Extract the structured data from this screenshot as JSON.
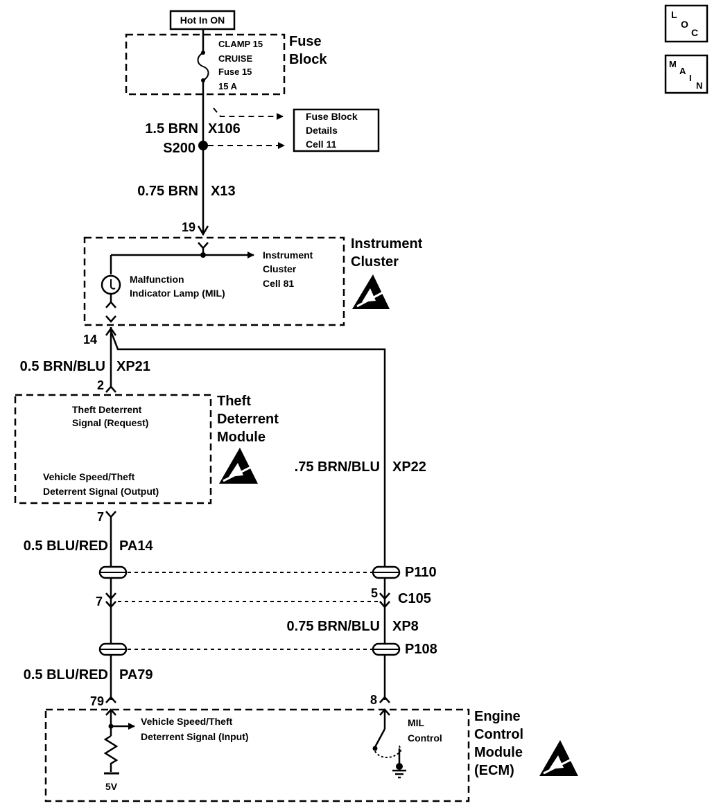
{
  "nav_buttons": {
    "loc": [
      "L",
      "O",
      "C"
    ],
    "main": [
      "M",
      "A",
      "I",
      "N"
    ]
  },
  "power_box": "Hot In ON",
  "fuse_block": {
    "title_line1": "Fuse",
    "title_line2": "Block",
    "fuse_line1": "CLAMP 15",
    "fuse_line2": "CRUISE",
    "fuse_line3": "Fuse 15",
    "fuse_line4": "15 A"
  },
  "fuse_block_details": {
    "line1": "Fuse Block",
    "line2": "Details",
    "line3": "Cell 11"
  },
  "wires": {
    "w1_gauge_color": "1.5 BRN",
    "w1_circuit": "X106",
    "splice": "S200",
    "w2_gauge_color": "0.75 BRN",
    "w2_circuit": "X13",
    "w3_gauge_color": "0.5 BRN/BLU",
    "w3_circuit": "XP21",
    "w4_gauge_color": ".75 BRN/BLU",
    "w4_circuit": "XP22",
    "w5_gauge_color": "0.5 BLU/RED",
    "w5_circuit": "PA14",
    "w6_gauge_color": "0.75 BRN/BLU",
    "w6_circuit": "XP8",
    "w7_gauge_color": "0.5 BLU/RED",
    "w7_circuit": "PA79"
  },
  "pins": {
    "ic_19": "19",
    "ic_14": "14",
    "tdm_2": "2",
    "tdm_7": "7",
    "c105_7": "7",
    "c105_5": "5",
    "ecm_79": "79",
    "ecm_8": "8"
  },
  "connectors": {
    "p110": "P110",
    "c105": "C105",
    "p108": "P108"
  },
  "instrument_cluster": {
    "title_line1": "Instrument",
    "title_line2": "Cluster",
    "ref_line1": "Instrument",
    "ref_line2": "Cluster",
    "ref_line3": "Cell 81",
    "mil_line1": "Malfunction",
    "mil_line2": "Indicator Lamp (MIL)"
  },
  "theft_module": {
    "title_line1": "Theft",
    "title_line2": "Deterrent",
    "title_line3": "Module",
    "req_line1": "Theft  Deterrent",
    "req_line2": "Signal (Request)",
    "out_line1": "Vehicle Speed/Theft",
    "out_line2": "Deterrent Signal (Output)"
  },
  "ecm": {
    "title_line1": "Engine",
    "title_line2": "Control",
    "title_line3": "Module",
    "title_line4": "(ECM)",
    "input_line1": "Vehicle Speed/Theft",
    "input_line2": "Deterrent Signal (Input)",
    "voltage": "5V",
    "mil_line1": "MIL",
    "mil_line2": "Control"
  }
}
